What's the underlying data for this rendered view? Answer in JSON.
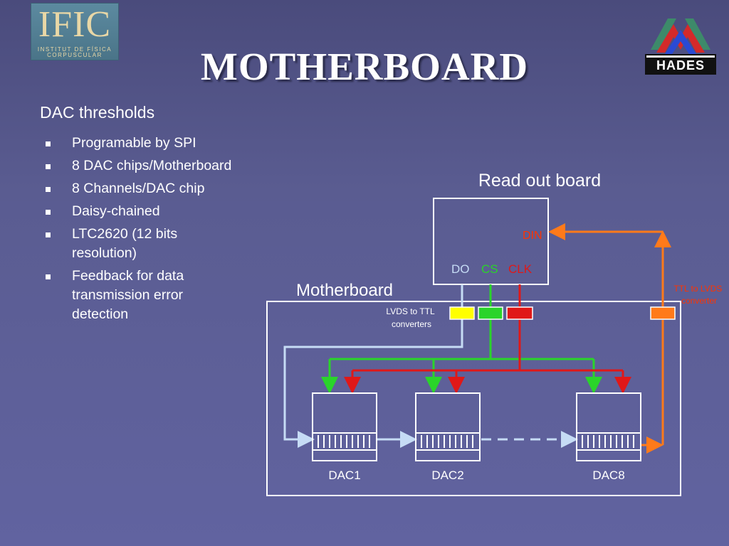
{
  "logo": {
    "ific_main": "IFIC",
    "ific_line1": "INSTITUT DE FÍSICA",
    "ific_line2": "CORPUSCULAR",
    "hades_word": "HADES"
  },
  "title": "MOTHERBOARD",
  "heading": "DAC thresholds",
  "bullets": [
    "Programable by SPI",
    "8 DAC chips/Motherboard",
    "8 Channels/DAC chip",
    "Daisy-chained",
    "LTC2620 (12 bits resolution)",
    "Feedback for data transmission error detection"
  ],
  "diagram": {
    "readout_label": "Read out board",
    "motherboard_label": "Motherboard",
    "din": "DIN",
    "do": "DO",
    "cs": "CS",
    "clk": "CLK",
    "lvds_line1": "LVDS to TTL",
    "lvds_line2": "converters",
    "ttl_line1": "TTL to LVDS",
    "ttl_line2": "converter",
    "dacs": [
      "DAC1",
      "DAC2",
      "DAC8"
    ]
  },
  "colors": {
    "background": "#5a5c91",
    "do_signal": "#c6dcf5",
    "cs_signal": "#2ad42a",
    "clk_signal": "#e01818",
    "din_signal": "#ff7a1a",
    "lvds_box": "#ffff00",
    "din_label": "#ff3300"
  }
}
